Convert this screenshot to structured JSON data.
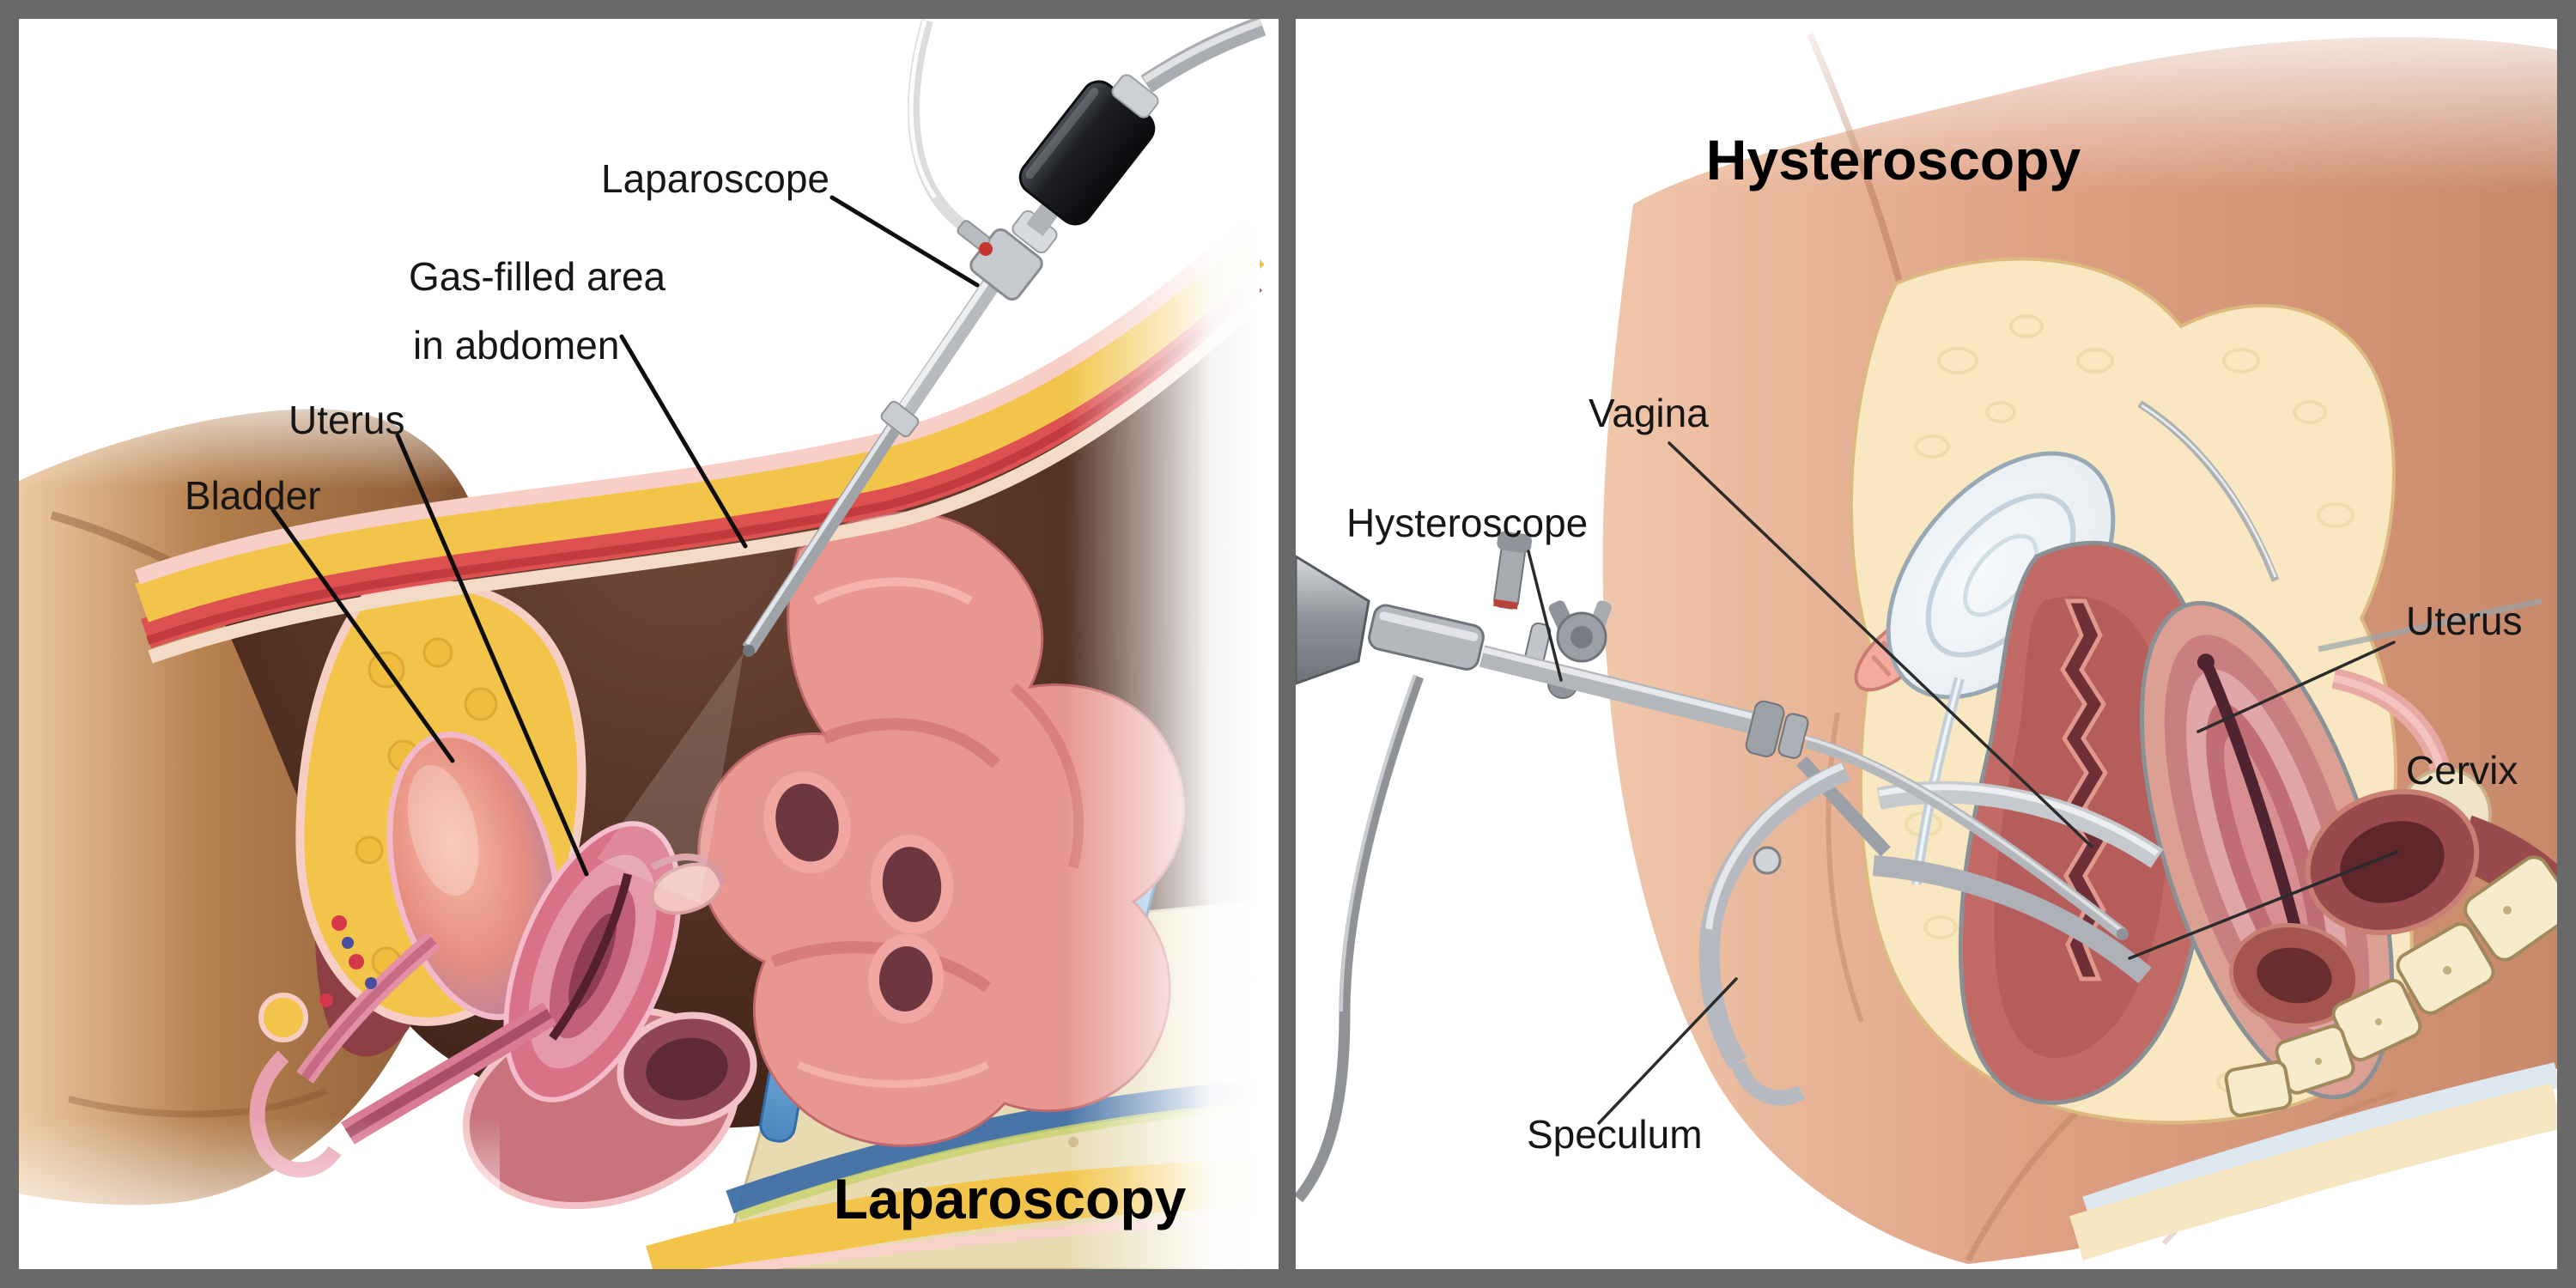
{
  "frame": {
    "border_color": "#696969",
    "panel_background": "#ffffff"
  },
  "panels": {
    "laparoscopy": {
      "title": "Laparoscopy",
      "labels": {
        "laparoscope": "Laparoscope",
        "gas_filled_line1": "Gas-filled area",
        "gas_filled_line2": "in abdomen",
        "uterus": "Uterus",
        "bladder": "Bladder"
      }
    },
    "hysteroscopy": {
      "title": "Hysteroscopy",
      "labels": {
        "hysteroscope": "Hysteroscope",
        "vagina": "Vagina",
        "uterus": "Uterus",
        "cervix": "Cervix",
        "speculum": "Speculum"
      }
    }
  },
  "palette": {
    "frame_gray": "#696969",
    "skin_tan": "#b5804f",
    "skin_pink": "#dfa184",
    "fat_yellow": "#f2c44a",
    "fat_cream": "#f8e7c0",
    "muscle_red": "#dd5150",
    "cavity_brown": "#3a2115",
    "bowel_pink": "#e89790",
    "bladder_purple": "#b77d9e",
    "bladder_pale_blue": "#e6edf2",
    "uterus_pink": "#d97287",
    "vagina_red": "#c26b66",
    "bone_cream": "#f6ebcb",
    "disc_blue": "#6aa5d8",
    "metal_gray": "#b3b7bc",
    "camera_black": "#14161a",
    "label_text": "#161616"
  }
}
